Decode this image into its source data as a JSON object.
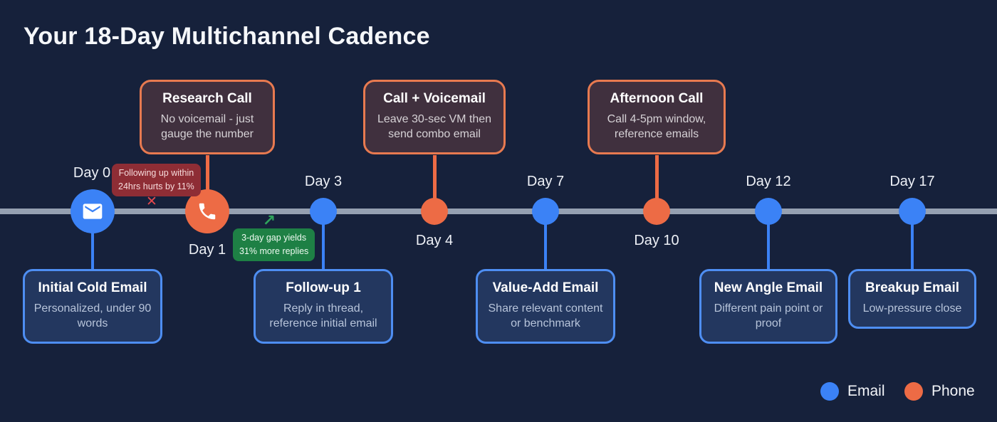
{
  "title": "Your 18-Day Multichannel Cadence",
  "nodes": [
    {
      "day": "Day 0",
      "channel": "email",
      "size": "large",
      "label_position": "above"
    },
    {
      "day": "Day 1",
      "channel": "phone",
      "size": "large",
      "label_position": "below"
    },
    {
      "day": "Day 3",
      "channel": "email",
      "size": "small",
      "label_position": "above"
    },
    {
      "day": "Day 4",
      "channel": "phone",
      "size": "small",
      "label_position": "below"
    },
    {
      "day": "Day 7",
      "channel": "email",
      "size": "small",
      "label_position": "above"
    },
    {
      "day": "Day 10",
      "channel": "phone",
      "size": "small",
      "label_position": "below"
    },
    {
      "day": "Day 12",
      "channel": "email",
      "size": "small",
      "label_position": "above"
    },
    {
      "day": "Day 17",
      "channel": "email",
      "size": "small",
      "label_position": "above"
    }
  ],
  "callouts_top": [
    {
      "title": "Research Call",
      "subtitle": "No voicemail - just gauge the number"
    },
    {
      "title": "Call + Voicemail",
      "subtitle": "Leave 30-sec VM then send combo email"
    },
    {
      "title": "Afternoon Call",
      "subtitle": "Call 4-5pm window, reference emails"
    }
  ],
  "callouts_bottom": [
    {
      "title": "Initial Cold Email",
      "subtitle": "Personalized, under 90 words"
    },
    {
      "title": "Follow-up 1",
      "subtitle": "Reply in thread, reference initial email"
    },
    {
      "title": "Value-Add Email",
      "subtitle": "Share relevant content or benchmark"
    },
    {
      "title": "New Angle Email",
      "subtitle": "Different pain point or proof"
    },
    {
      "title": "Breakup Email",
      "subtitle": "Low-pressure close"
    }
  ],
  "annotations": {
    "negative": {
      "line1": "Following up within",
      "line2": "24hrs hurts by 11%",
      "icon": "x-mark",
      "mark": "✕"
    },
    "positive": {
      "line1": "3-day gap yields",
      "line2": "31% more replies",
      "icon": "up-right-arrow",
      "mark": "↗"
    }
  },
  "legend": {
    "items": [
      {
        "label": "Email",
        "color": "#3b82f6"
      },
      {
        "label": "Phone",
        "color": "#ed6b45"
      }
    ]
  },
  "colors": {
    "background": "#16213b",
    "timeline": "#95a0b1",
    "email": "#3b82f6",
    "phone": "#ed6b45",
    "callout_top_border": "#e87a50",
    "callout_bottom_border": "#4e8ef2",
    "badge_negative": "#8e2d35",
    "badge_positive": "#1e8045"
  }
}
